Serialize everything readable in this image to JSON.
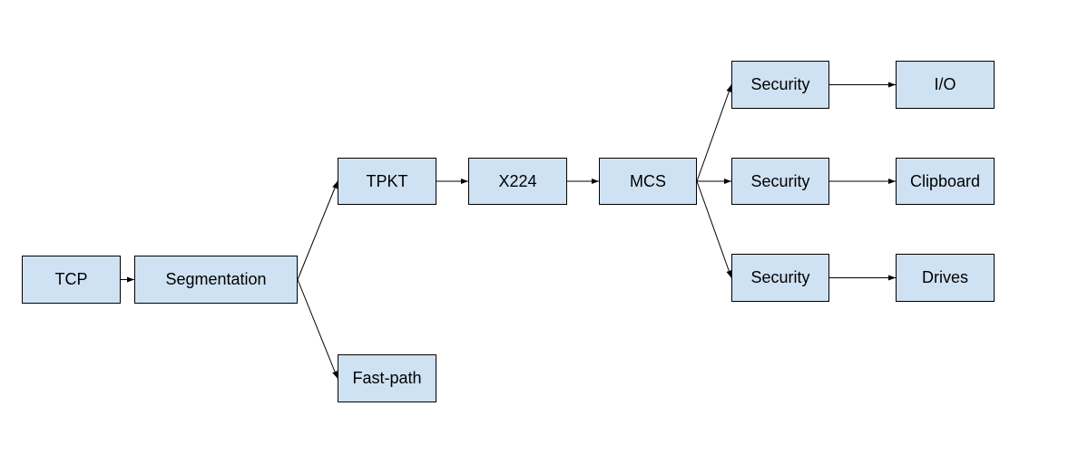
{
  "colors": {
    "node_fill": "#cfe2f3",
    "node_border": "#000000",
    "edge": "#000000",
    "text": "#000000"
  },
  "nodes": {
    "tcp": "TCP",
    "segmentation": "Segmentation",
    "tpkt": "TPKT",
    "fastpath": "Fast-path",
    "x224": "X224",
    "mcs": "MCS",
    "security_1": "Security",
    "security_2": "Security",
    "security_3": "Security",
    "io": "I/O",
    "clipboard": "Clipboard",
    "drives": "Drives"
  },
  "edges": [
    {
      "from": "tcp",
      "to": "segmentation"
    },
    {
      "from": "segmentation",
      "to": "tpkt"
    },
    {
      "from": "segmentation",
      "to": "fastpath"
    },
    {
      "from": "tpkt",
      "to": "x224"
    },
    {
      "from": "x224",
      "to": "mcs"
    },
    {
      "from": "mcs",
      "to": "security_1"
    },
    {
      "from": "mcs",
      "to": "security_2"
    },
    {
      "from": "mcs",
      "to": "security_3"
    },
    {
      "from": "security_1",
      "to": "io"
    },
    {
      "from": "security_2",
      "to": "clipboard"
    },
    {
      "from": "security_3",
      "to": "drives"
    }
  ]
}
